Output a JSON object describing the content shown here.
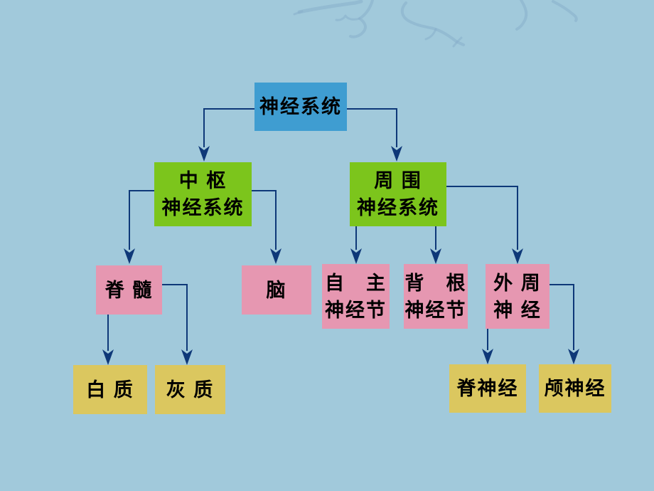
{
  "colors": {
    "background": "#a1c9db",
    "root": "#3f9dd1",
    "level2": "#7cc51c",
    "level3": "#e697b1",
    "level4": "#dbc75f",
    "connector": "#0e3878",
    "text": "#000000",
    "watermark": "#88afca"
  },
  "diagram": {
    "type": "tree",
    "description_note": "",
    "nodes": {
      "nervous_system": {
        "lines": [
          "神经系统"
        ]
      },
      "central": {
        "lines": [
          "中 枢",
          "神经系统"
        ]
      },
      "peripheral": {
        "lines": [
          "周 围",
          "神经系统"
        ]
      },
      "spinal_cord": {
        "lines": [
          "脊 髓"
        ]
      },
      "brain": {
        "lines": [
          "脑"
        ]
      },
      "autonomic_ganglia": {
        "lines": [
          "自　主",
          "神经节"
        ]
      },
      "dorsal_root_ganglia": {
        "lines": [
          "背　根",
          "神经节"
        ]
      },
      "peripheral_nerve": {
        "lines": [
          "外 周",
          "神 经"
        ]
      },
      "white_matter": {
        "lines": [
          "白 质"
        ]
      },
      "gray_matter": {
        "lines": [
          "灰 质"
        ]
      },
      "spinal_nerve": {
        "lines": [
          "脊神经"
        ]
      },
      "cranial_nerve": {
        "lines": [
          "颅神经"
        ]
      }
    },
    "edges": [
      [
        "nervous_system",
        "central"
      ],
      [
        "nervous_system",
        "peripheral"
      ],
      [
        "central",
        "spinal_cord"
      ],
      [
        "central",
        "brain"
      ],
      [
        "peripheral",
        "autonomic_ganglia"
      ],
      [
        "peripheral",
        "dorsal_root_ganglia"
      ],
      [
        "peripheral",
        "peripheral_nerve"
      ],
      [
        "spinal_cord",
        "white_matter"
      ],
      [
        "spinal_cord",
        "gray_matter"
      ],
      [
        "peripheral_nerve",
        "spinal_nerve"
      ],
      [
        "peripheral_nerve",
        "cranial_nerve"
      ]
    ]
  }
}
